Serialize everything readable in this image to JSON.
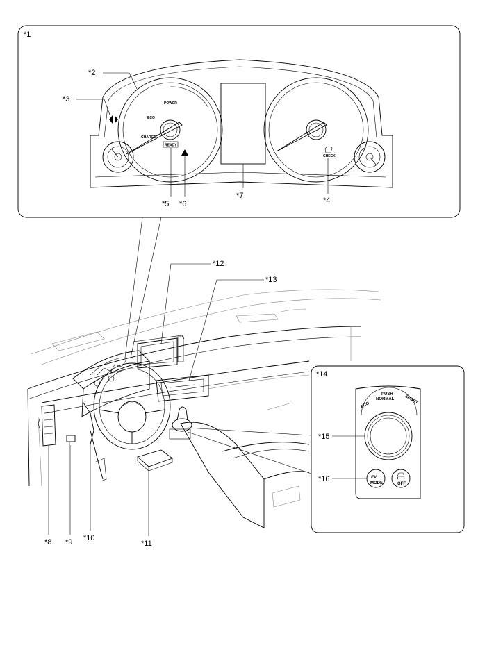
{
  "callouts": {
    "c1": "*1",
    "c2": "*2",
    "c3": "*3",
    "c4": "*4",
    "c5": "*5",
    "c6": "*6",
    "c7": "*7",
    "c8": "*8",
    "c9": "*9",
    "c10": "*10",
    "c11": "*11",
    "c12": "*12",
    "c13": "*13",
    "c14": "*14",
    "c15": "*15",
    "c16": "*16"
  },
  "gauge_text": {
    "power": "POWER",
    "eco": "ECO",
    "charge": "CHARGE",
    "ready": "READY",
    "check": "CHECK"
  },
  "drive_mode_switch": {
    "push": "PUSH",
    "normal": "NORMAL",
    "eco": "ECO",
    "sport": "SPORT",
    "ev": "EV",
    "ev_mode": "MODE",
    "off": "OFF"
  },
  "icons": {
    "warning": "warning-triangle-icon",
    "turn_signal": "turn-signal-icon",
    "check_engine": "check-icon",
    "traction_off": "traction-control-icon"
  }
}
